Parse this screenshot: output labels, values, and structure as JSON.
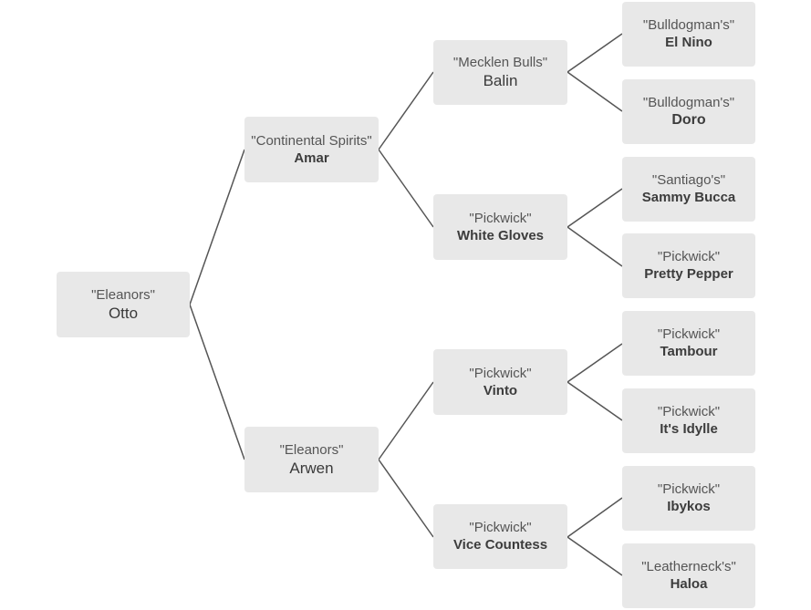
{
  "pedigree": {
    "root": {
      "kennel": "\"Eleanors\"",
      "name": "Otto"
    },
    "sire": {
      "kennel": "\"Continental Spirits\"",
      "name": "Amar"
    },
    "dam": {
      "kennel": "\"Eleanors\"",
      "name": "Arwen"
    },
    "sire_sire": {
      "kennel": "\"Mecklen Bulls\"",
      "name": "Balin"
    },
    "sire_dam": {
      "kennel": "\"Pickwick\"",
      "name": "White Gloves"
    },
    "dam_sire": {
      "kennel": "\"Pickwick\"",
      "name": "Vinto"
    },
    "dam_dam": {
      "kennel": "\"Pickwick\"",
      "name": "Vice Countess"
    },
    "ss_sire": {
      "kennel": "\"Bulldogman's\"",
      "name": "El Nino"
    },
    "ss_dam": {
      "kennel": "\"Bulldogman's\"",
      "name": "Doro"
    },
    "sd_sire": {
      "kennel": "\"Santiago's\"",
      "name": "Sammy Bucca"
    },
    "sd_dam": {
      "kennel": "\"Pickwick\"",
      "name": "Pretty Pepper"
    },
    "ds_sire": {
      "kennel": "\"Pickwick\"",
      "name": "Tambour"
    },
    "ds_dam": {
      "kennel": "\"Pickwick\"",
      "name": "It's Idylle"
    },
    "dd_sire": {
      "kennel": "\"Pickwick\"",
      "name": "Ibykos"
    },
    "dd_dam": {
      "kennel": "\"Leatherneck's\"",
      "name": "Haloa"
    }
  },
  "colors": {
    "node_bg": "#e8e8e8",
    "connector": "#555555",
    "kennel_text": "#555555",
    "name_text": "#3c3c3c"
  }
}
